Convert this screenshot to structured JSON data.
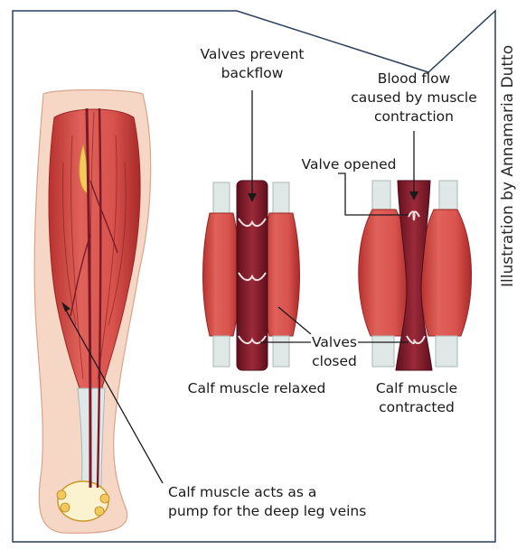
{
  "labels": {
    "valves_prevent": [
      "Valves prevent",
      "backflow"
    ],
    "blood_flow": [
      "Blood flow",
      "caused by muscle",
      "contraction"
    ],
    "valve_opened": "Valve opened",
    "valves_closed": [
      "Valves",
      "closed"
    ],
    "relaxed": "Calf muscle relaxed",
    "contracted": [
      "Calf muscle",
      "contracted"
    ],
    "pump": [
      "Calf muscle acts as a",
      "pump for the deep leg veins"
    ]
  },
  "credit": "Illustration by Annamaria Dutto",
  "colors": {
    "muscle": "#d9534e",
    "muscle_dark": "#b8322f",
    "vein": "#8b1e2e",
    "vein_dark": "#5e0f1c",
    "tendon": "#dfe8e6",
    "skin": "#f6d6c4",
    "fat": "#f2c95a",
    "frame": "#2a3f5c"
  }
}
